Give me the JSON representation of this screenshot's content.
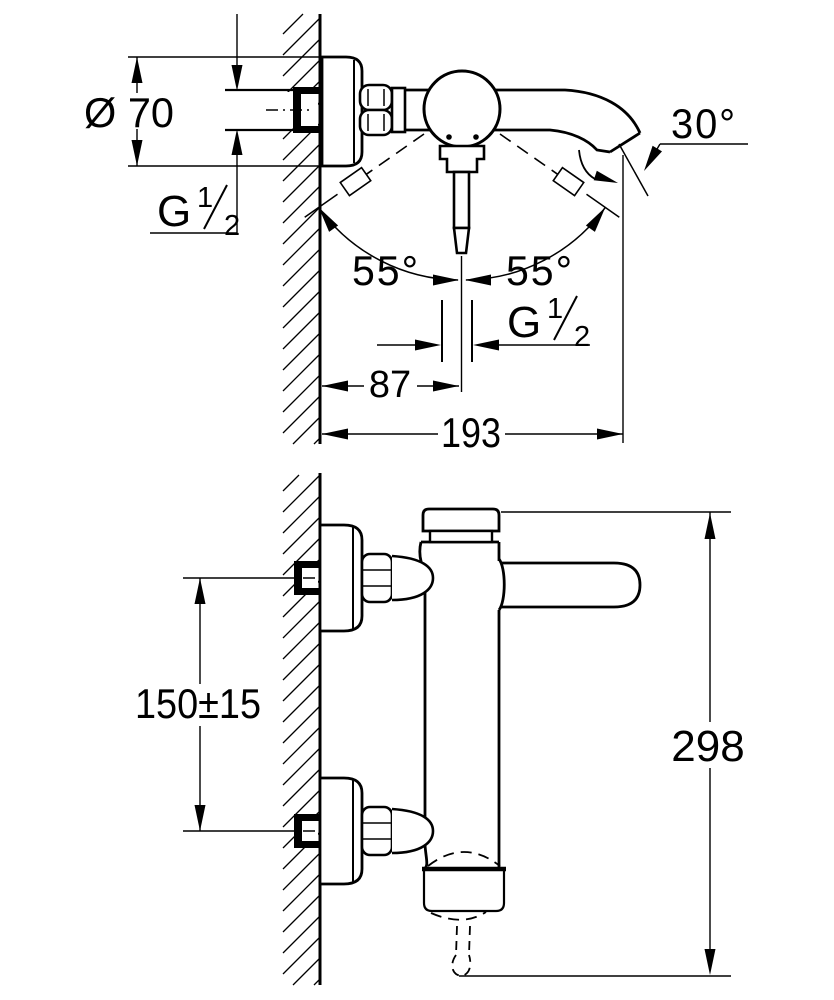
{
  "page": {
    "background": "#ffffff",
    "ink": "#000000"
  },
  "views": {
    "top": {
      "labels": {
        "flange_diameter": "Ø 70",
        "wall_thread": {
          "full": "G 1/2",
          "base": "G",
          "numerator": "1",
          "denominator": "2"
        },
        "handle_swing_left": "55°",
        "handle_swing_right": "55°",
        "outlet_thread": {
          "full": "G 1/2",
          "base": "G",
          "numerator": "1",
          "denominator": "2"
        },
        "spout_angle": "30°",
        "wall_to_center": "87",
        "wall_to_spout_tip": "193"
      }
    },
    "side": {
      "labels": {
        "inlet_center_distance": "150±15",
        "overall_height": "298"
      }
    }
  }
}
